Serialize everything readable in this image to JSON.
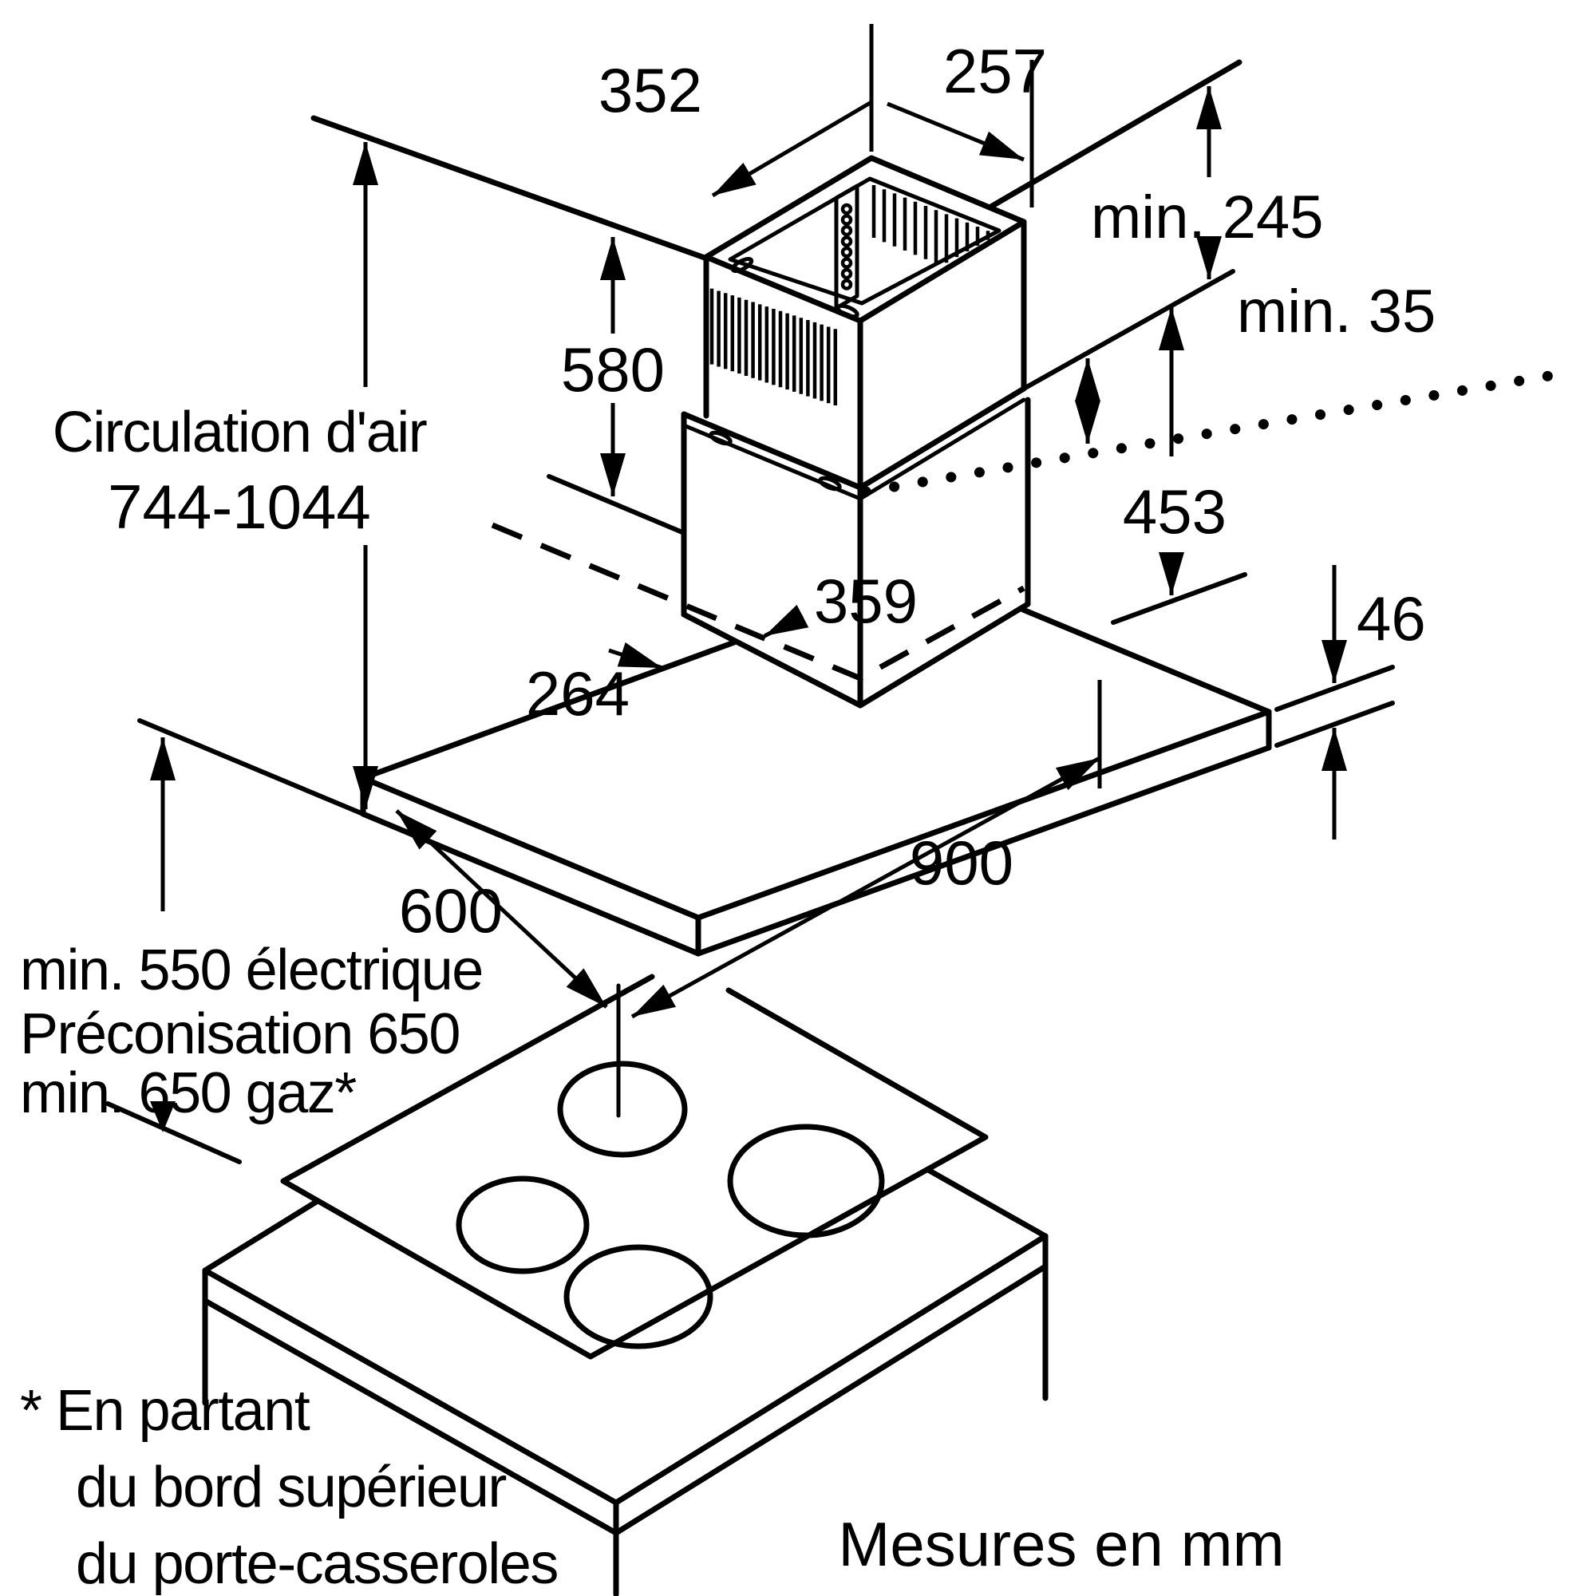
{
  "figure": {
    "kind": "island-hood-installation-diagram",
    "units_note": "Mesures en mm",
    "labels": {
      "top_depth": "352",
      "top_width": "257",
      "ceiling_min": "min. 245",
      "suspended_ceiling_min": "min. 35",
      "upper_section_height": "580",
      "circulation_line1": "Circulation d'air",
      "circulation_line2": "744-1044",
      "lower_section_height": "453",
      "offset_back": "359",
      "offset_side": "264",
      "canopy_thickness": "46",
      "canopy_length": "900",
      "canopy_depth": "600",
      "clearance_electric": "min. 550 électrique",
      "clearance_recommended": "Préconisation 650",
      "clearance_gas": "min. 650 gaz*",
      "footnote_line1": "* En partant",
      "footnote_line2": "du bord supérieur",
      "footnote_line3": "du porte-casseroles"
    }
  }
}
